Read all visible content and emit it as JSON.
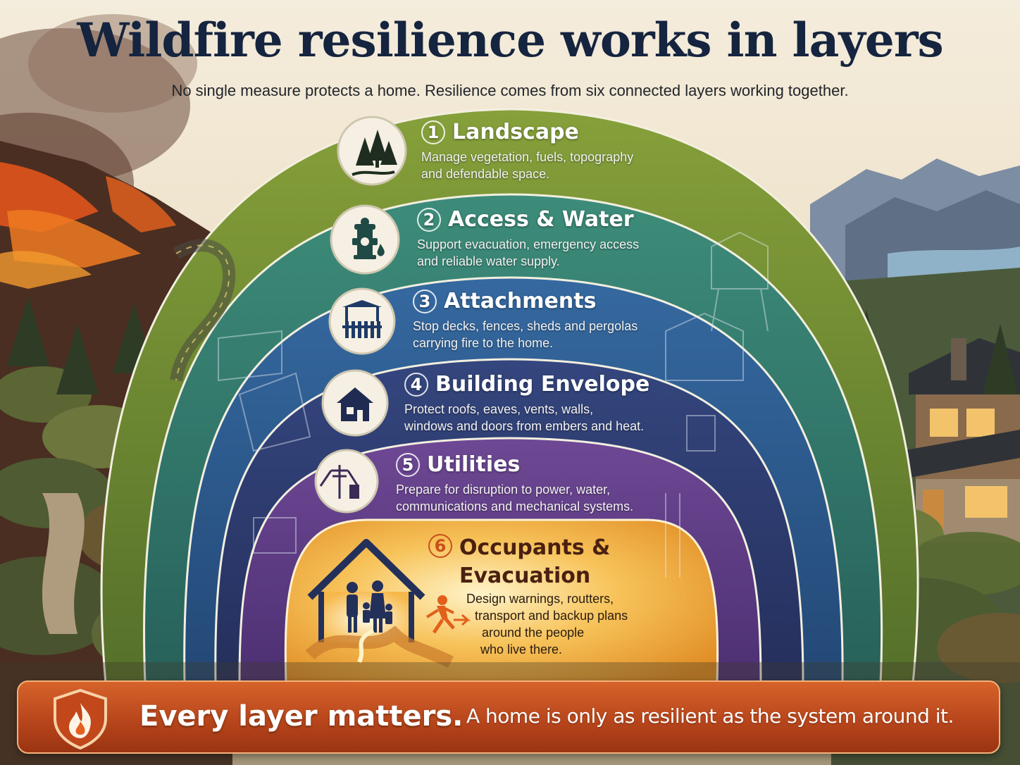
{
  "header": {
    "title": "Wildfire resilience works in layers",
    "subtitle": "No single measure protects a home. Resilience comes from six connected layers working together."
  },
  "layers": [
    {
      "number": "1",
      "title": "Landscape",
      "icon": "trees-path-icon",
      "lines": [
        "Manage vegetation, fuels, topography",
        "and defendable space."
      ]
    },
    {
      "number": "2",
      "title": "Access & Water",
      "icon": "fire-hydrant-icon",
      "lines": [
        "Support evacuation, emergency access",
        "and reliable water supply."
      ]
    },
    {
      "number": "3",
      "title": "Attachments",
      "icon": "pergola-fence-icon",
      "lines": [
        "Stop decks, fences, sheds and pergolas",
        "carrying fire to the home."
      ]
    },
    {
      "number": "4",
      "title": "Building Envelope",
      "icon": "house-icon",
      "lines": [
        "Protect roofs, eaves, vents, walls,",
        "windows and doors from embers and heat."
      ]
    },
    {
      "number": "5",
      "title": "Utilities",
      "icon": "utility-pole-icon",
      "lines": [
        "Prepare for disruption to power, water,",
        "communications and mechanical systems."
      ]
    },
    {
      "number": "6",
      "title_lines": [
        "Occupants &",
        "Evacuation"
      ],
      "icon": "family-house-icon",
      "lines": [
        "Design warnings, routters,",
        "transport and backup plans",
        "around the people",
        "who live there."
      ]
    }
  ],
  "banner": {
    "strong": "Every layer matters.",
    "rest": "A home is only as resilient as the system around it.",
    "icon": "flame-shield-icon"
  },
  "colors": {
    "title": "#15243f",
    "layer1": "#6f8a2c",
    "layer2": "#2f7d6e",
    "layer3": "#2a5b8c",
    "layer4": "#2e3f72",
    "layer5": "#5e3c86",
    "layer6": "#f2a93a",
    "banner": "#b8461c"
  }
}
